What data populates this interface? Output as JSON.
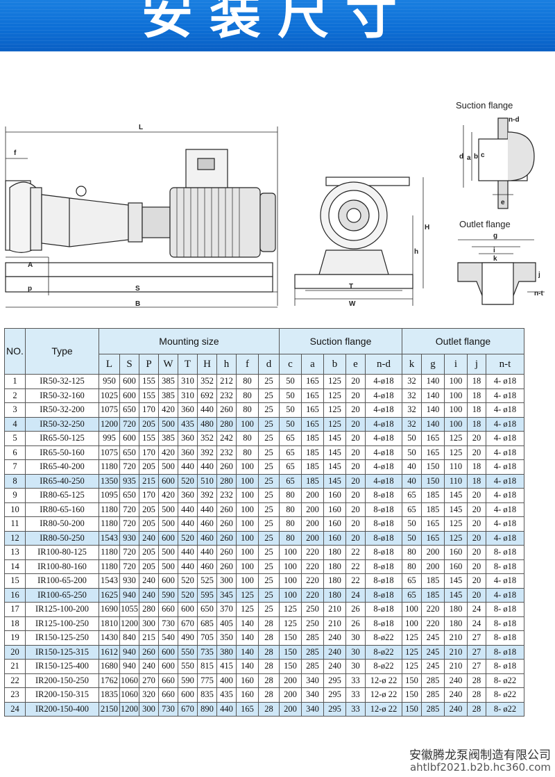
{
  "banner": {
    "title": "安装尺寸"
  },
  "drawing": {
    "labels": {
      "suction": "Suction flange",
      "outlet": "Outlet flange"
    },
    "dims": {
      "L": "L",
      "f": "f",
      "A": "A",
      "p": "p",
      "S": "S",
      "B": "B",
      "T": "T",
      "W": "W",
      "H": "H",
      "h": "h",
      "nd": "n-d",
      "d": "d",
      "a": "a",
      "b": "b",
      "c": "c",
      "e": "e",
      "g": "g",
      "i": "i",
      "k": "k",
      "j": "j",
      "nt": "n-t"
    }
  },
  "table": {
    "headers": {
      "no": "NO.",
      "type": "Type",
      "mounting": "Mounting size",
      "suction": "Suction flange",
      "outlet": "Outlet flange"
    },
    "sub_headers": [
      "L",
      "S",
      "P",
      "W",
      "T",
      "H",
      "h",
      "f",
      "d",
      "c",
      "a",
      "b",
      "e",
      "n-d",
      "k",
      "g",
      "i",
      "j",
      "n-t"
    ],
    "highlight_rows": [
      4,
      8,
      12,
      16,
      20,
      24
    ],
    "rows": [
      [
        "1",
        "IR50-32-125",
        "950",
        "600",
        "155",
        "385",
        "310",
        "352",
        "212",
        "80",
        "25",
        "50",
        "165",
        "125",
        "20",
        "4-ø18",
        "32",
        "140",
        "100",
        "18",
        "4- ø18"
      ],
      [
        "2",
        "IR50-32-160",
        "1025",
        "600",
        "155",
        "385",
        "310",
        "692",
        "232",
        "80",
        "25",
        "50",
        "165",
        "125",
        "20",
        "4-ø18",
        "32",
        "140",
        "100",
        "18",
        "4- ø18"
      ],
      [
        "3",
        "IR50-32-200",
        "1075",
        "650",
        "170",
        "420",
        "360",
        "440",
        "260",
        "80",
        "25",
        "50",
        "165",
        "125",
        "20",
        "4-ø18",
        "32",
        "140",
        "100",
        "18",
        "4- ø18"
      ],
      [
        "4",
        "IR50-32-250",
        "1200",
        "720",
        "205",
        "500",
        "435",
        "480",
        "280",
        "100",
        "25",
        "50",
        "165",
        "125",
        "20",
        "4-ø18",
        "32",
        "140",
        "100",
        "18",
        "4- ø18"
      ],
      [
        "5",
        "IR65-50-125",
        "995",
        "600",
        "155",
        "385",
        "360",
        "352",
        "242",
        "80",
        "25",
        "65",
        "185",
        "145",
        "20",
        "4-ø18",
        "50",
        "165",
        "125",
        "20",
        "4- ø18"
      ],
      [
        "6",
        "IR65-50-160",
        "1075",
        "650",
        "170",
        "420",
        "360",
        "392",
        "232",
        "80",
        "25",
        "65",
        "185",
        "145",
        "20",
        "4-ø18",
        "50",
        "165",
        "125",
        "20",
        "4- ø18"
      ],
      [
        "7",
        "IR65-40-200",
        "1180",
        "720",
        "205",
        "500",
        "440",
        "440",
        "260",
        "100",
        "25",
        "65",
        "185",
        "145",
        "20",
        "4-ø18",
        "40",
        "150",
        "110",
        "18",
        "4- ø18"
      ],
      [
        "8",
        "IR65-40-250",
        "1350",
        "935",
        "215",
        "600",
        "520",
        "510",
        "280",
        "100",
        "25",
        "65",
        "185",
        "145",
        "20",
        "4-ø18",
        "40",
        "150",
        "110",
        "18",
        "4- ø18"
      ],
      [
        "9",
        "IR80-65-125",
        "1095",
        "650",
        "170",
        "420",
        "360",
        "392",
        "232",
        "100",
        "25",
        "80",
        "200",
        "160",
        "20",
        "8-ø18",
        "65",
        "185",
        "145",
        "20",
        "4- ø18"
      ],
      [
        "10",
        "IR80-65-160",
        "1180",
        "720",
        "205",
        "500",
        "440",
        "440",
        "260",
        "100",
        "25",
        "80",
        "200",
        "160",
        "20",
        "8-ø18",
        "65",
        "185",
        "145",
        "20",
        "4- ø18"
      ],
      [
        "11",
        "IR80-50-200",
        "1180",
        "720",
        "205",
        "500",
        "440",
        "460",
        "260",
        "100",
        "25",
        "80",
        "200",
        "160",
        "20",
        "8-ø18",
        "50",
        "165",
        "125",
        "20",
        "4- ø18"
      ],
      [
        "12",
        "IR80-50-250",
        "1543",
        "930",
        "240",
        "600",
        "520",
        "460",
        "260",
        "100",
        "25",
        "80",
        "200",
        "160",
        "20",
        "8-ø18",
        "50",
        "165",
        "125",
        "20",
        "4- ø18"
      ],
      [
        "13",
        "IR100-80-125",
        "1180",
        "720",
        "205",
        "500",
        "440",
        "440",
        "260",
        "100",
        "25",
        "100",
        "220",
        "180",
        "22",
        "8-ø18",
        "80",
        "200",
        "160",
        "20",
        "8- ø18"
      ],
      [
        "14",
        "IR100-80-160",
        "1180",
        "720",
        "205",
        "500",
        "440",
        "460",
        "260",
        "100",
        "25",
        "100",
        "220",
        "180",
        "22",
        "8-ø18",
        "80",
        "200",
        "160",
        "20",
        "8- ø18"
      ],
      [
        "15",
        "IR100-65-200",
        "1543",
        "930",
        "240",
        "600",
        "520",
        "525",
        "300",
        "100",
        "25",
        "100",
        "220",
        "180",
        "22",
        "8-ø18",
        "65",
        "185",
        "145",
        "20",
        "4- ø18"
      ],
      [
        "16",
        "IR100-65-250",
        "1625",
        "940",
        "240",
        "590",
        "520",
        "595",
        "345",
        "125",
        "25",
        "100",
        "220",
        "180",
        "24",
        "8-ø18",
        "65",
        "185",
        "145",
        "20",
        "4- ø18"
      ],
      [
        "17",
        "IR125-100-200",
        "1690",
        "1055",
        "280",
        "660",
        "600",
        "650",
        "370",
        "125",
        "25",
        "125",
        "250",
        "210",
        "26",
        "8-ø18",
        "100",
        "220",
        "180",
        "24",
        "8- ø18"
      ],
      [
        "18",
        "IR125-100-250",
        "1810",
        "1200",
        "300",
        "730",
        "670",
        "685",
        "405",
        "140",
        "28",
        "125",
        "250",
        "210",
        "26",
        "8-ø18",
        "100",
        "220",
        "180",
        "24",
        "8- ø18"
      ],
      [
        "19",
        "IR150-125-250",
        "1430",
        "840",
        "215",
        "540",
        "490",
        "705",
        "350",
        "140",
        "28",
        "150",
        "285",
        "240",
        "30",
        "8-ø22",
        "125",
        "245",
        "210",
        "27",
        "8- ø18"
      ],
      [
        "20",
        "IR150-125-315",
        "1612",
        "940",
        "260",
        "600",
        "550",
        "735",
        "380",
        "140",
        "28",
        "150",
        "285",
        "240",
        "30",
        "8-ø22",
        "125",
        "245",
        "210",
        "27",
        "8- ø18"
      ],
      [
        "21",
        "IR150-125-400",
        "1680",
        "940",
        "240",
        "600",
        "550",
        "815",
        "415",
        "140",
        "28",
        "150",
        "285",
        "240",
        "30",
        "8-ø22",
        "125",
        "245",
        "210",
        "27",
        "8- ø18"
      ],
      [
        "22",
        "IR200-150-250",
        "1762",
        "1060",
        "270",
        "660",
        "590",
        "775",
        "400",
        "160",
        "28",
        "200",
        "340",
        "295",
        "33",
        "12-ø 22",
        "150",
        "285",
        "240",
        "28",
        "8- ø22"
      ],
      [
        "23",
        "IR200-150-315",
        "1835",
        "1060",
        "320",
        "660",
        "600",
        "835",
        "435",
        "160",
        "28",
        "200",
        "340",
        "295",
        "33",
        "12-ø 22",
        "150",
        "285",
        "240",
        "28",
        "8- ø22"
      ],
      [
        "24",
        "IR200-150-400",
        "2150",
        "1200",
        "300",
        "730",
        "670",
        "890",
        "440",
        "165",
        "28",
        "200",
        "340",
        "295",
        "33",
        "12-ø 22",
        "150",
        "285",
        "240",
        "28",
        "8- ø22"
      ]
    ]
  },
  "footer": {
    "company": "安徽腾龙泵阀制造有限公司",
    "url": "ahtlbf2021.b2b.hc360.com"
  },
  "colors": {
    "banner": "#0d6fd6",
    "header_bg": "#d8ecf8",
    "highlight_bg": "#cfe7f7"
  }
}
